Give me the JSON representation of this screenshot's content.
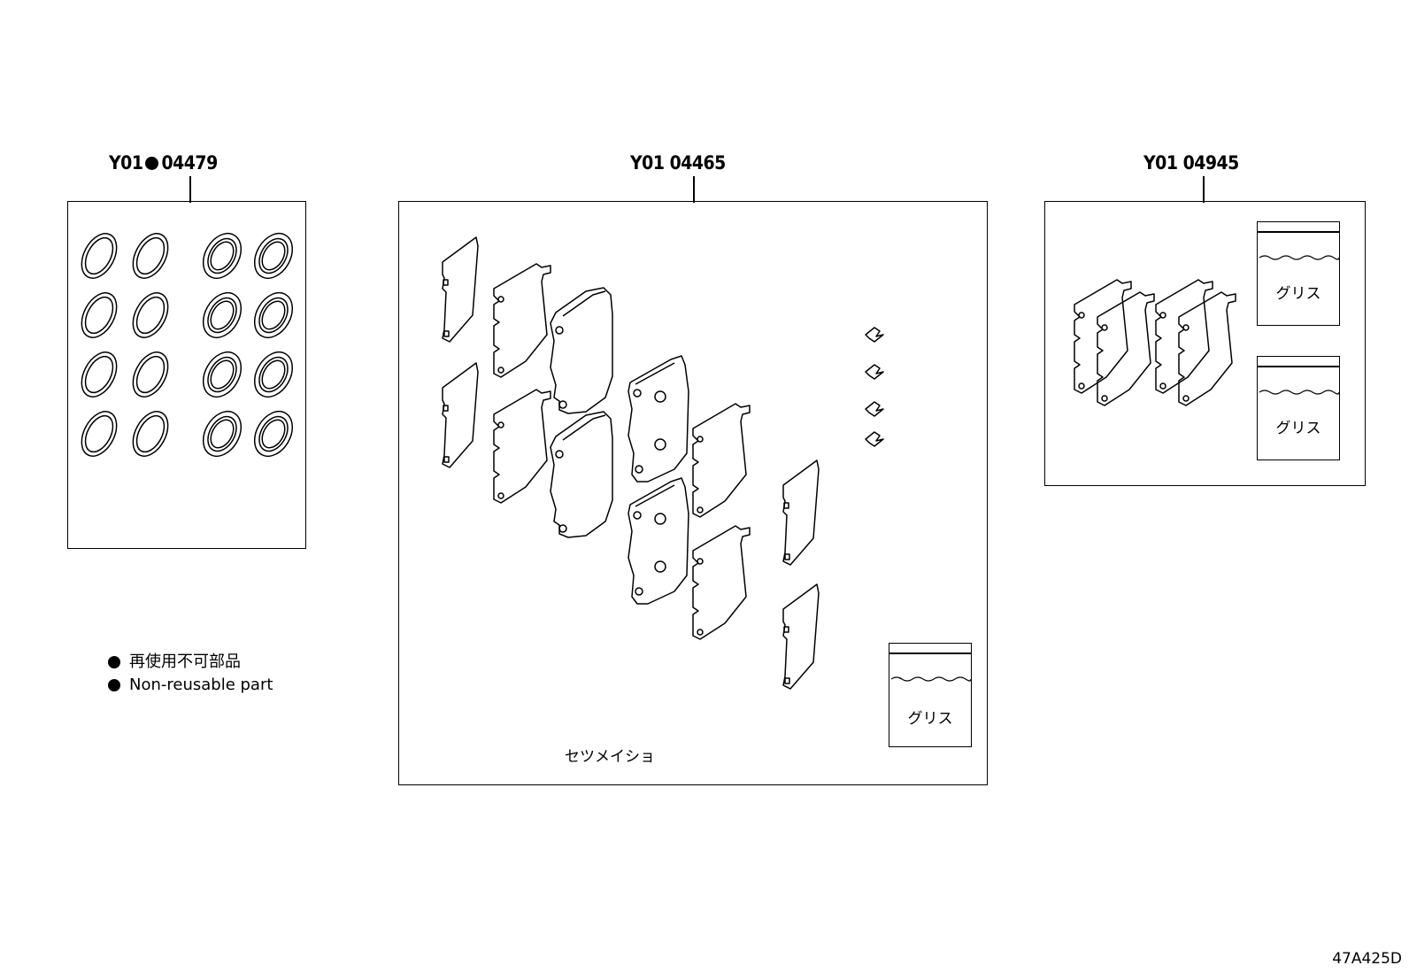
{
  "kits": [
    {
      "prefix": "Y01",
      "nonreusable_marker": true,
      "number": "04479"
    },
    {
      "prefix": "Y01",
      "nonreusable_marker": false,
      "number": "04465"
    },
    {
      "prefix": "Y01",
      "nonreusable_marker": false,
      "number": "04945"
    }
  ],
  "grease_label": "グリス",
  "instruction_label": "セツメイショ",
  "legend": {
    "japanese": "再使用不可部品",
    "english": "Non-reusable part"
  },
  "figure_ref": "47A425D"
}
